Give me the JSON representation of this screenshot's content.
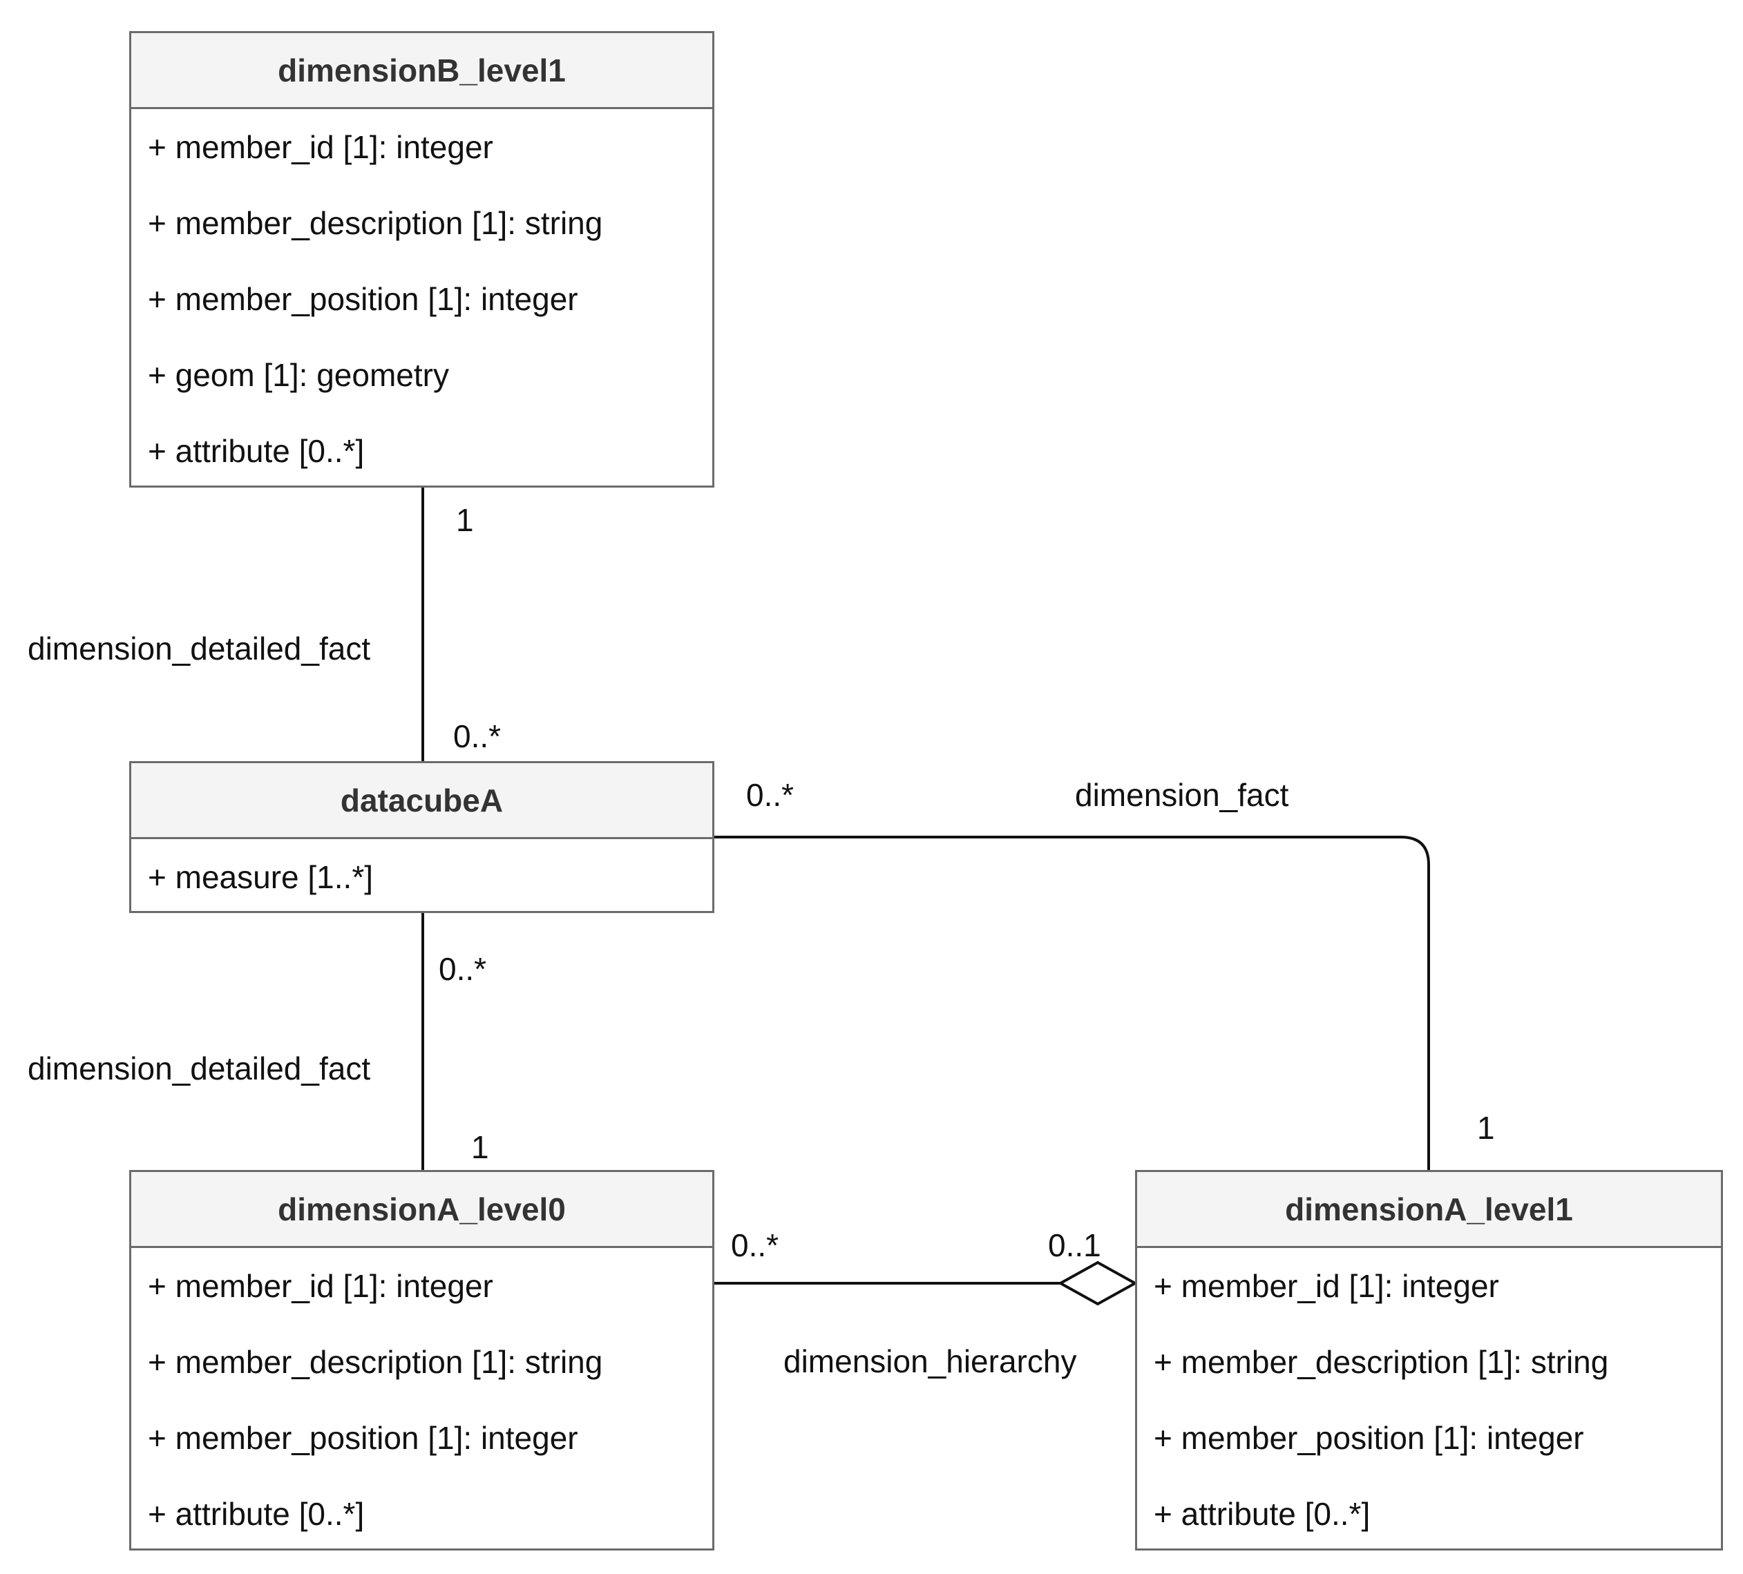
{
  "classes": {
    "dimensionB_level1": {
      "name": "dimensionB_level1",
      "attributes": [
        "+ member_id [1]: integer",
        "+ member_description [1]: string",
        "+ member_position [1]: integer",
        "+ geom [1]: geometry",
        "+ attribute [0..*]"
      ]
    },
    "datacubeA": {
      "name": "datacubeA",
      "attributes": [
        "+ measure [1..*]"
      ]
    },
    "dimensionA_level0": {
      "name": "dimensionA_level0",
      "attributes": [
        "+ member_id [1]: integer",
        "+ member_description [1]: string",
        "+ member_position [1]: integer",
        "+ attribute [0..*]"
      ]
    },
    "dimensionA_level1": {
      "name": "dimensionA_level1",
      "attributes": [
        "+ member_id [1]: integer",
        "+ member_description [1]: string",
        "+ member_position [1]: integer",
        "+ attribute [0..*]"
      ]
    }
  },
  "associations": {
    "b_to_cube": {
      "name": "dimension_detailed_fact",
      "end_b": "1",
      "end_cube": "0..*"
    },
    "cube_to_a0": {
      "name": "dimension_detailed_fact",
      "end_cube": "0..*",
      "end_a0": "1"
    },
    "cube_to_a1": {
      "name": "dimension_fact",
      "end_cube": "0..*",
      "end_a1": "1"
    },
    "hierarchy": {
      "name": "dimension_hierarchy",
      "end_a0": "0..*",
      "end_a1": "0..1"
    }
  }
}
